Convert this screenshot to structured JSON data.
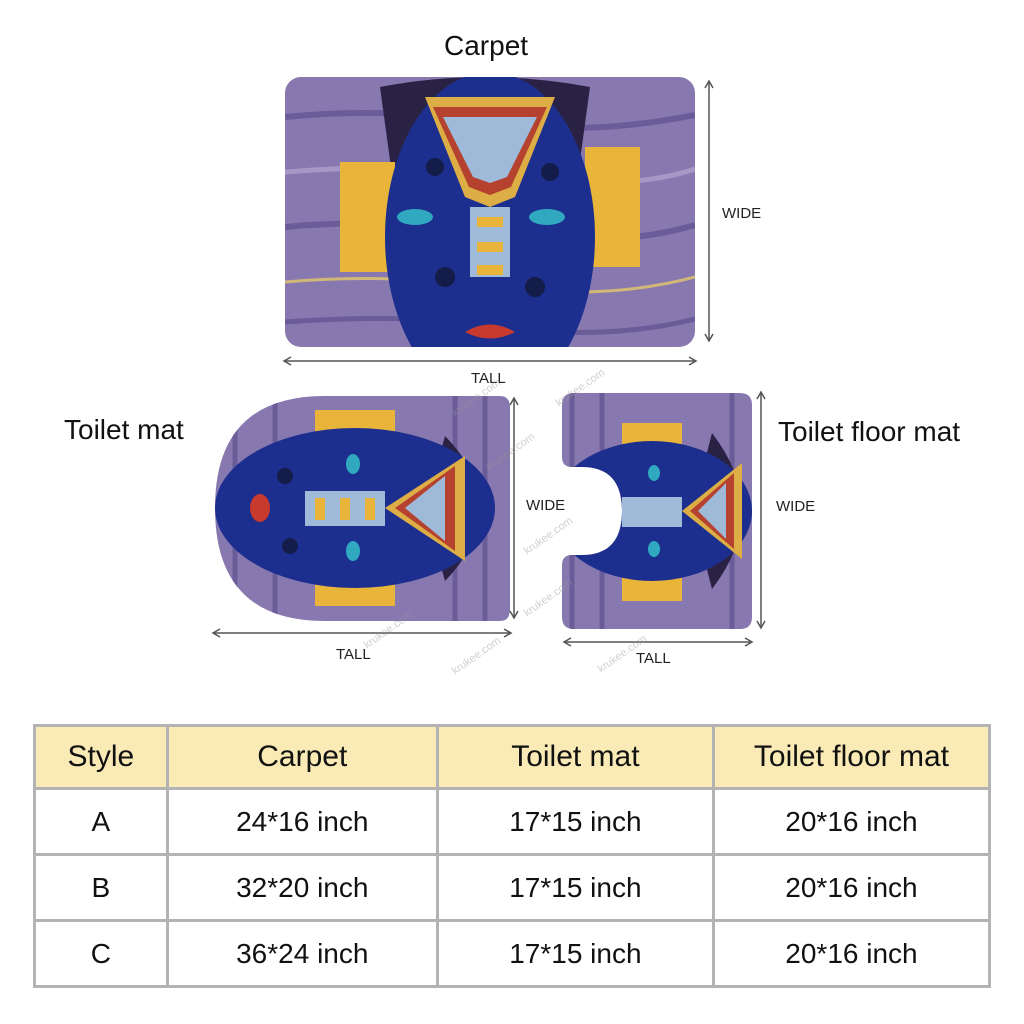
{
  "labels": {
    "carpet_title": "Carpet",
    "toilet_mat_title": "Toilet mat",
    "toilet_floor_mat_title": "Toilet floor mat",
    "wide": "WIDE",
    "tall": "TALL",
    "watermark": "krukee.com"
  },
  "colors": {
    "header_bg": "#faebb6",
    "border": "#b3b3b3",
    "mat_purple": "#8878b0",
    "mask_blue": "#1d2f8e",
    "accent_yellow": "#e8b43a",
    "accent_red": "#c8392e"
  },
  "table": {
    "headers": [
      "Style",
      "Carpet",
      "Toilet mat",
      "Toilet floor mat"
    ],
    "rows": [
      [
        "A",
        "24*16 inch",
        "17*15 inch",
        "20*16 inch"
      ],
      [
        "B",
        "32*20 inch",
        "17*15 inch",
        "20*16 inch"
      ],
      [
        "C",
        "36*24 inch",
        "17*15 inch",
        "20*16 inch"
      ]
    ]
  }
}
